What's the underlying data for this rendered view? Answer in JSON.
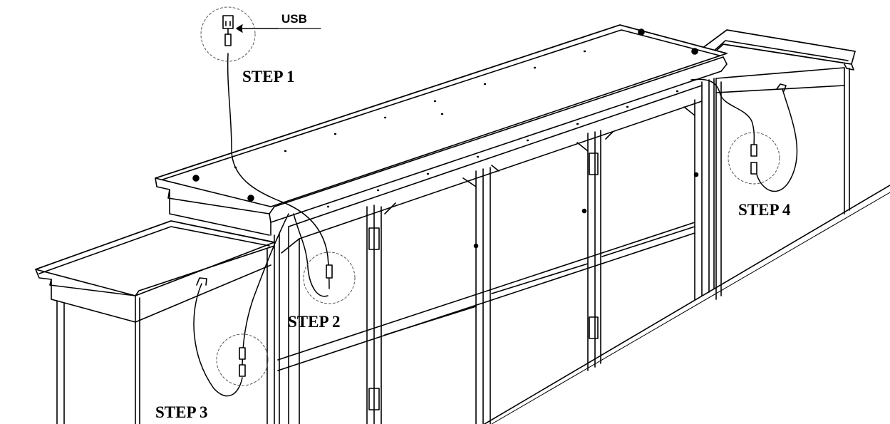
{
  "labels": {
    "usb": "USB",
    "step1": "STEP 1",
    "step2": "STEP 2",
    "step3": "STEP 3",
    "step4": "STEP 4"
  },
  "colors": {
    "line": "#000000",
    "background": "#ffffff",
    "callout_circle": "#555555"
  }
}
